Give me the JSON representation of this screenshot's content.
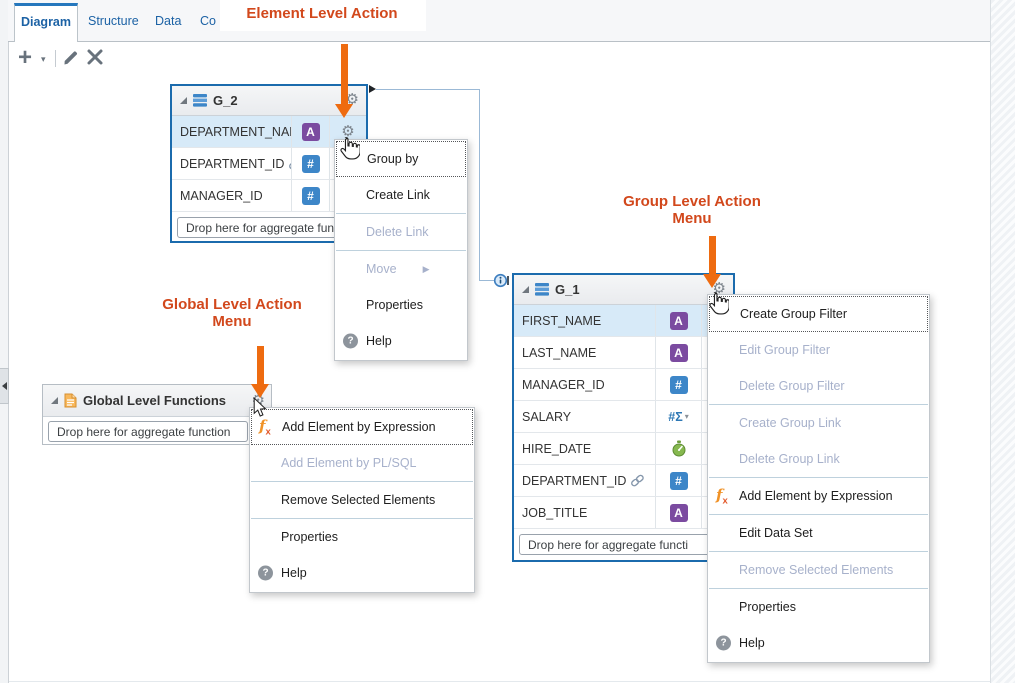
{
  "tabs": {
    "items": [
      {
        "label": "Diagram",
        "active": true
      },
      {
        "label": "Structure",
        "active": false
      },
      {
        "label": "Data",
        "active": false
      },
      {
        "label": "Co",
        "active": false
      }
    ]
  },
  "toolbar": {
    "add_glyph": "+",
    "add_caret": "▾"
  },
  "annotations": {
    "element_label": "Element Level Action",
    "group_label_line1": "Group Level Action",
    "group_label_line2": "Menu",
    "global_label_line1": "Global Level Action",
    "global_label_line2": "Menu"
  },
  "boxes": {
    "g2": {
      "title": "G_2",
      "rows": [
        "DEPARTMENT_NAME",
        "DEPARTMENT_ID",
        "MANAGER_ID"
      ],
      "drop_text": "Drop here for aggregate func"
    },
    "g1": {
      "title": "G_1",
      "rows": [
        "FIRST_NAME",
        "LAST_NAME",
        "MANAGER_ID",
        "SALARY",
        "HIRE_DATE",
        "DEPARTMENT_ID",
        "JOB_TITLE"
      ],
      "drop_text": "Drop here for aggregate functi"
    },
    "global": {
      "title": "Global Level Functions",
      "drop_text": "Drop here for aggregate function"
    }
  },
  "badges": {
    "text": "A",
    "number": "#",
    "salary": "#Σ",
    "salary_caret": "▾",
    "help": "?"
  },
  "menus": {
    "element": {
      "items": [
        {
          "label": "Group by",
          "disabled": false
        },
        {
          "label": "Create Link",
          "disabled": false
        },
        {
          "label": "Delete Link",
          "disabled": true
        },
        {
          "label": "Move",
          "disabled": true,
          "submenu_arrow": "▶"
        },
        {
          "label": "Properties",
          "disabled": false
        },
        {
          "label": "Help",
          "disabled": false
        }
      ]
    },
    "group": {
      "items": [
        {
          "label": "Create Group Filter",
          "disabled": false
        },
        {
          "label": "Edit Group Filter",
          "disabled": true
        },
        {
          "label": "Delete Group Filter",
          "disabled": true
        },
        {
          "label": "Create Group Link",
          "disabled": true
        },
        {
          "label": "Delete Group Link",
          "disabled": true
        },
        {
          "label": "Add Element by Expression",
          "disabled": false
        },
        {
          "label": "Edit Data Set",
          "disabled": false
        },
        {
          "label": "Remove Selected Elements",
          "disabled": true
        },
        {
          "label": "Properties",
          "disabled": false
        },
        {
          "label": "Help",
          "disabled": false
        }
      ]
    },
    "global": {
      "items": [
        {
          "label": "Add Element by Expression",
          "disabled": false
        },
        {
          "label": "Add Element by PL/SQL",
          "disabled": true
        },
        {
          "label": "Remove Selected Elements",
          "disabled": false
        },
        {
          "label": "Properties",
          "disabled": false
        },
        {
          "label": "Help",
          "disabled": false
        }
      ]
    }
  },
  "colors": {
    "accent-blue": "#1b6bad",
    "selected-row": "#d7eaf8",
    "annotation-text": "#d2481c",
    "annotation-arrow": "#ee6b10",
    "badge-text-bg": "#7b4ba0",
    "badge-number-bg": "#3d86c8",
    "menu-disabled": "#a7b1cb",
    "tab-text": "#1c62a5"
  }
}
